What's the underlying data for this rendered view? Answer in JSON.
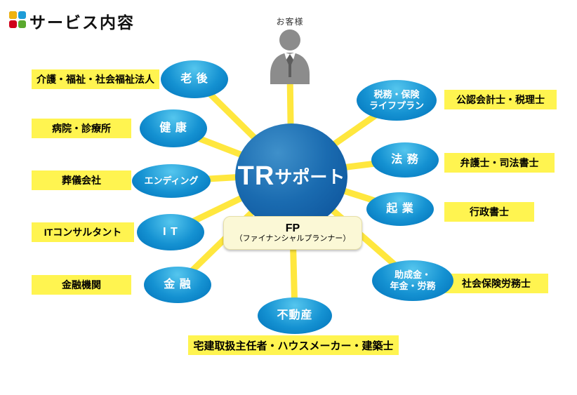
{
  "header": {
    "title": "サービス内容"
  },
  "customer": {
    "label": "お客様"
  },
  "center": {
    "name_major": "TR",
    "name_minor": "サポート"
  },
  "fp": {
    "title": "FP",
    "subtitle": "（ファイナンシャルプランナー）"
  },
  "ellipses": {
    "rougo": {
      "label": "老 後"
    },
    "kenkou": {
      "label": "健 康"
    },
    "ending": {
      "label": "エンディング"
    },
    "it": {
      "label": "I T"
    },
    "kinyu": {
      "label": "金 融"
    },
    "fudousan": {
      "label": "不動産"
    },
    "zeimu": {
      "line1": "税務・保険",
      "line2": "ライフプラン"
    },
    "houmu": {
      "label": "法 務"
    },
    "kigyou": {
      "label": "起 業"
    },
    "josei": {
      "line1": "助成金・",
      "line2": "年金・労務"
    }
  },
  "partners": {
    "kaigo": {
      "text": "介護・福祉・社会福祉法人"
    },
    "byouin": {
      "text": "病院・診療所"
    },
    "sougi": {
      "text": "葬儀会社"
    },
    "itcon": {
      "text": "ITコンサルタント"
    },
    "kikan": {
      "text": "金融機関"
    },
    "kaikei": {
      "text": "公認会計士・税理士"
    },
    "bengoshi": {
      "text": "弁護士・司法書士"
    },
    "gyousei": {
      "text": "行政書士"
    },
    "sharoushi": {
      "text": "社会保険労務士"
    },
    "takken": {
      "text": "宅建取扱主任者・ハウスメーカー・建築士"
    }
  },
  "colors": {
    "spoke_yellow": "#ffe73e",
    "label_yellow": "#fff450",
    "node_blue": "#0b84c6",
    "hub_blue": "#0a4e96"
  }
}
